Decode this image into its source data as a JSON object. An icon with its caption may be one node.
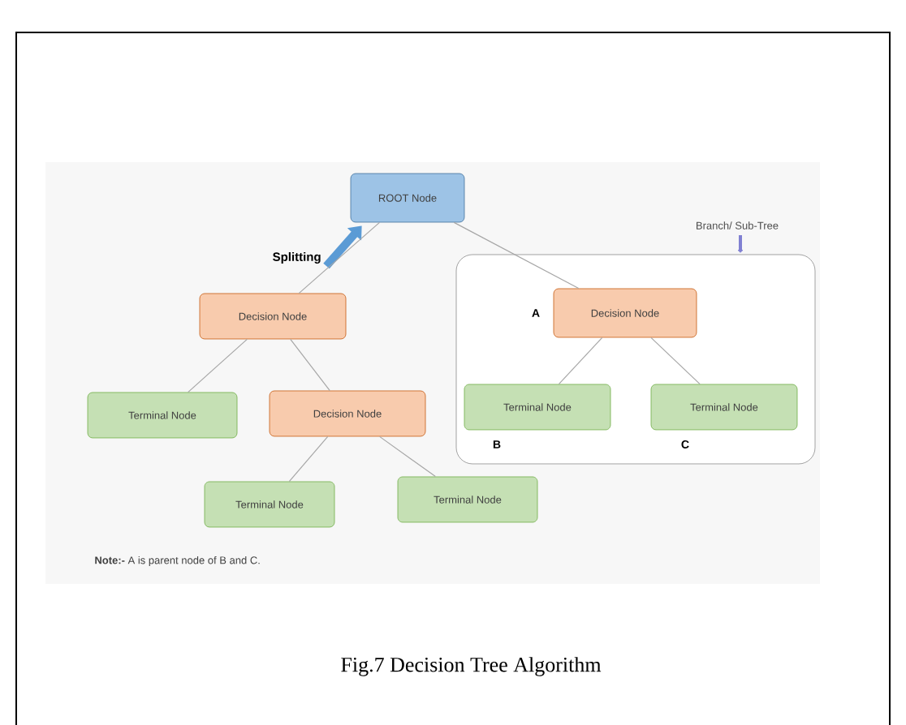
{
  "diagram": {
    "caption": "Fig.7  Decision Tree Algorithm",
    "nodes": [
      {
        "text": [
          "ROOT Node"
        ]
      },
      {
        "text": [
          "Decision Node"
        ]
      },
      {
        "text": [
          "Terminal Node"
        ]
      },
      {
        "text": [
          "Decision Node"
        ]
      },
      {
        "text": [
          "Terminal Node"
        ]
      },
      {
        "text": [
          "Terminal Node"
        ]
      },
      {
        "text": [
          "Branch/ Sub-Tree"
        ]
      },
      {
        "text": [
          "Decision Node"
        ],
        "in": 6,
        "beside": [
          "A"
        ]
      },
      {
        "text": [
          "Terminal Node"
        ],
        "in": 6,
        "beside": [
          "B"
        ]
      },
      {
        "text": [
          "Terminal Node"
        ],
        "in": 6,
        "beside": [
          "C"
        ]
      }
    ],
    "edges": [
      {
        "from": null,
        "to": 0,
        "arrow": "to",
        "label": "Splitting",
        "style": "thick",
        "color": "#5b9bd5"
      },
      {
        "from": 0,
        "to": 1,
        "arrow": "none"
      },
      {
        "from": 0,
        "to": 7,
        "arrow": "none"
      },
      {
        "from": 1,
        "to": 2,
        "arrow": "none"
      },
      {
        "from": 1,
        "to": 3,
        "arrow": "none"
      },
      {
        "from": 3,
        "to": 4,
        "arrow": "none"
      },
      {
        "from": 3,
        "to": 5,
        "arrow": "none"
      },
      {
        "from": 7,
        "to": 8,
        "arrow": "none"
      },
      {
        "from": 7,
        "to": 9,
        "arrow": "none"
      }
    ],
    "labels": [
      "**Note:-** A is parent node of B and C."
    ]
  }
}
